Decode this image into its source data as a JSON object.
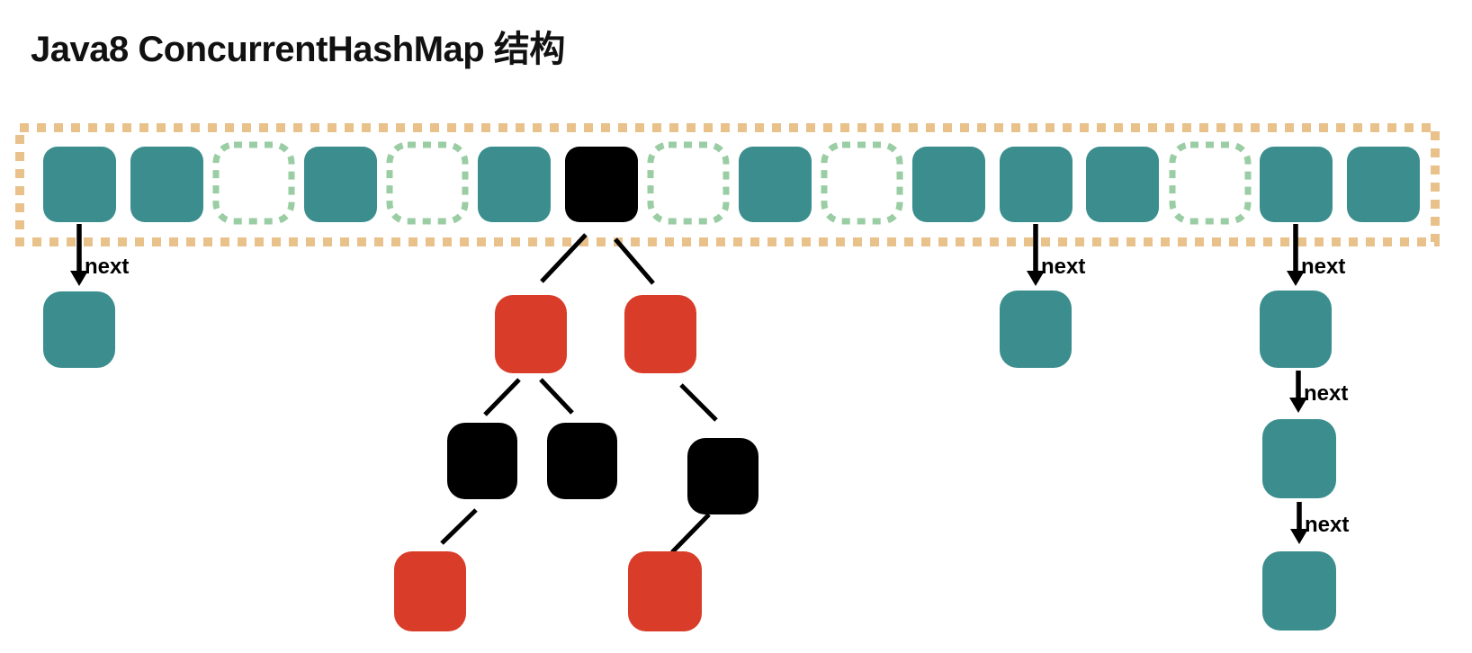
{
  "title": "Java8 ConcurrentHashMap 结构",
  "colors": {
    "bucket_node": "#3c8e8e",
    "tree_node_red": "#d93c28",
    "tree_node_black": "#000000",
    "array_border": "#e9c28b",
    "empty_bucket_border": "#9acda3",
    "connector": "#000000",
    "title_text": "#111111"
  },
  "bucket_array": {
    "cell_count": 16,
    "cells": [
      "node",
      "node",
      "empty",
      "node",
      "empty",
      "node",
      "treebin",
      "empty",
      "node",
      "empty",
      "node",
      "node",
      "node",
      "empty",
      "node",
      "node"
    ]
  },
  "linked_lists": [
    {
      "bucket_index": 0,
      "links": [
        {
          "label": "next"
        }
      ]
    },
    {
      "bucket_index": 11,
      "links": [
        {
          "label": "next"
        }
      ]
    },
    {
      "bucket_index": 14,
      "links": [
        {
          "label": "next"
        },
        {
          "label": "next"
        },
        {
          "label": "next"
        }
      ]
    }
  ],
  "red_black_tree": {
    "root_bucket_index": 6,
    "nodes": [
      {
        "id": "A",
        "color": "red"
      },
      {
        "id": "D",
        "color": "red"
      },
      {
        "id": "B1",
        "color": "black"
      },
      {
        "id": "B2",
        "color": "black"
      },
      {
        "id": "B3",
        "color": "black"
      },
      {
        "id": "C1",
        "color": "red"
      },
      {
        "id": "C2",
        "color": "red"
      }
    ],
    "edges": [
      {
        "from": "root",
        "to": "A"
      },
      {
        "from": "root",
        "to": "D"
      },
      {
        "from": "A",
        "to": "B1"
      },
      {
        "from": "A",
        "to": "B2"
      },
      {
        "from": "D",
        "to": "B3"
      },
      {
        "from": "B1",
        "to": "C1"
      },
      {
        "from": "B3",
        "to": "C2"
      }
    ]
  }
}
